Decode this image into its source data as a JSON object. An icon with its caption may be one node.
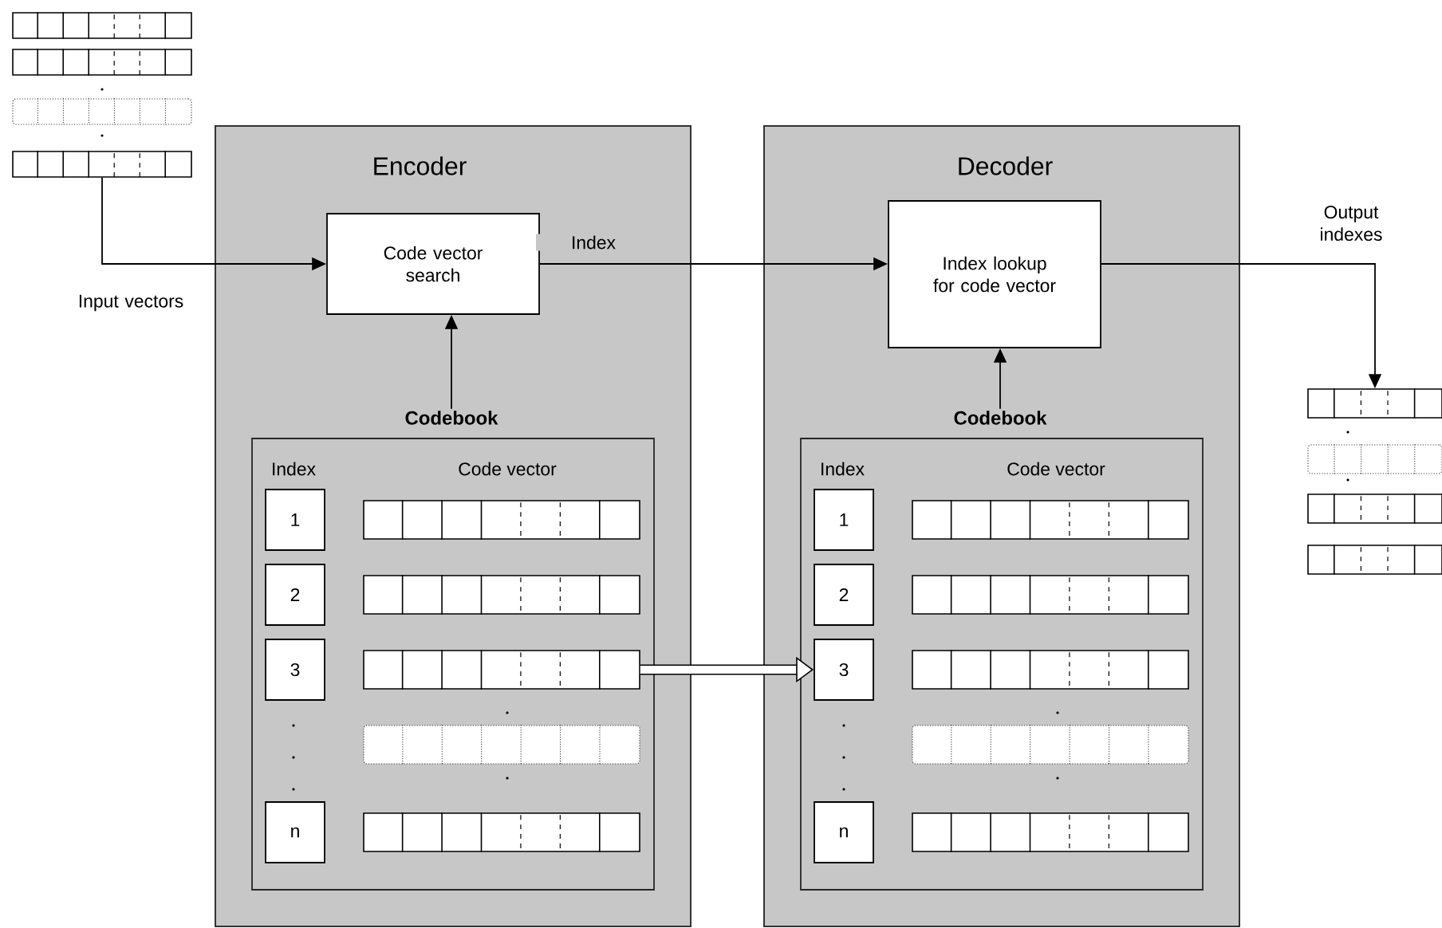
{
  "diagram": {
    "nodes": [
      {
        "text": [],
        "shape": "bar"
      },
      {
        "text": [],
        "shape": "bar"
      },
      {
        "text": [],
        "shape": "bar"
      },
      {
        "text": [],
        "shape": "bar"
      },
      {
        "text": [
          "Encoder"
        ]
      },
      {
        "text": [
          "Code vector search"
        ],
        "in": 4
      },
      {
        "text": [
          "Codebook",
          "Index",
          "Code vector"
        ],
        "in": 4
      },
      {
        "text": [
          "1"
        ],
        "in": 6
      },
      {
        "text": [
          "2"
        ],
        "in": 6
      },
      {
        "text": [
          "3"
        ],
        "in": 6
      },
      {
        "text": [
          "n"
        ],
        "in": 6
      },
      {
        "text": [],
        "shape": "bar",
        "in": 6
      },
      {
        "text": [],
        "shape": "bar",
        "in": 6
      },
      {
        "text": [],
        "shape": "bar",
        "in": 6
      },
      {
        "text": [],
        "shape": "bar",
        "in": 6
      },
      {
        "text": [],
        "shape": "bar",
        "in": 6
      },
      {
        "text": [
          "Decoder"
        ]
      },
      {
        "text": [
          "Index lookup for code vector"
        ],
        "in": 16
      },
      {
        "text": [
          "Codebook",
          "Index",
          "Code vector"
        ],
        "in": 16
      },
      {
        "text": [
          "1"
        ],
        "in": 18
      },
      {
        "text": [
          "2"
        ],
        "in": 18
      },
      {
        "text": [
          "3"
        ],
        "in": 18
      },
      {
        "text": [
          "n"
        ],
        "in": 18
      },
      {
        "text": [],
        "shape": "bar",
        "in": 18
      },
      {
        "text": [],
        "shape": "bar",
        "in": 18
      },
      {
        "text": [],
        "shape": "bar",
        "in": 18
      },
      {
        "text": [],
        "shape": "bar",
        "in": 18
      },
      {
        "text": [],
        "shape": "bar",
        "in": 18
      },
      {
        "text": [],
        "shape": "bar"
      },
      {
        "text": [],
        "shape": "bar"
      },
      {
        "text": [],
        "shape": "bar"
      },
      {
        "text": [],
        "shape": "bar"
      }
    ],
    "edges": [
      {
        "from": 3,
        "to": 5,
        "arrow": "to",
        "label": "Input vectors"
      },
      {
        "from": 6,
        "to": 5,
        "arrow": "to"
      },
      {
        "from": 5,
        "to": 17,
        "arrow": "to",
        "label": "Index"
      },
      {
        "from": 18,
        "to": 17,
        "arrow": "to"
      },
      {
        "from": 13,
        "to": 21,
        "arrow": "to",
        "style": "thick"
      },
      {
        "from": 17,
        "to": 28,
        "arrow": "to",
        "label": "Output indexes"
      }
    ]
  }
}
